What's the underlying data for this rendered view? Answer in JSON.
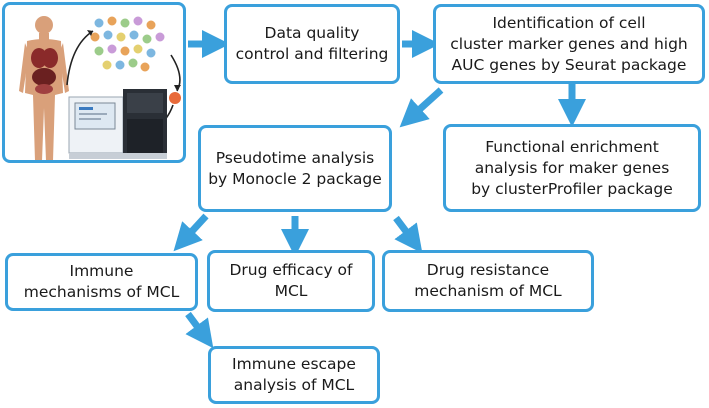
{
  "boxes": {
    "data_quality": "Data quality\ncontrol and filtering",
    "identification": "Identification of cell\ncluster marker genes and high\nAUC genes by Seurat package",
    "pseudotime": "Pseudotime analysis\nby Monocle 2 package",
    "functional": "Functional enrichment\nanalysis for maker genes\nby clusterProfiler package",
    "immune_mech": "Immune\nmechanisms of MCL",
    "drug_efficacy": "Drug efficacy of MCL",
    "drug_resistance": "Drug resistance\nmechanism of MCL",
    "immune_escape": "Immune escape\nanalysis of MCL"
  },
  "colors": {
    "border": "#3aa0dc",
    "arrow": "#3aa0dc",
    "text": "#1a1a1a"
  }
}
